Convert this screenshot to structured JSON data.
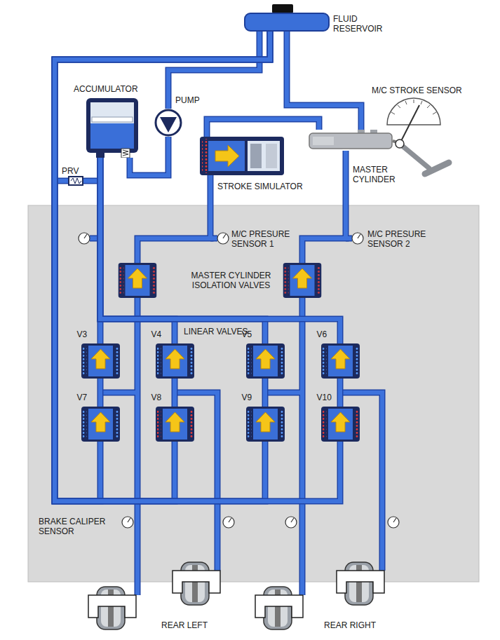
{
  "diagram": {
    "nodes": [
      {
        "text": [
          "FLUID RESERVOIR"
        ]
      },
      {
        "text": [
          "ACCUMULATOR"
        ]
      },
      {
        "text": [
          "PUMP"
        ]
      },
      {
        "text": [
          "STROKE SIMULATOR"
        ]
      },
      {
        "text": [
          "MASTER CYLINDER"
        ]
      },
      {
        "text": [
          "V3"
        ]
      },
      {
        "text": [
          "V4"
        ]
      },
      {
        "text": [
          "V5"
        ]
      },
      {
        "text": [
          "V6"
        ]
      },
      {
        "text": [
          "V7"
        ]
      },
      {
        "text": [
          "V8"
        ]
      },
      {
        "text": [
          "V9"
        ]
      },
      {
        "text": [
          "V10"
        ]
      }
    ],
    "edges": [
      {
        "from": 0,
        "to": 2,
        "arrow": "none"
      },
      {
        "from": 2,
        "to": 1,
        "arrow": "none"
      },
      {
        "from": 0,
        "to": 4,
        "arrow": "none"
      },
      {
        "from": 4,
        "to": 3,
        "arrow": "none"
      },
      {
        "from": 1,
        "to": 5,
        "arrow": "none"
      },
      {
        "from": 1,
        "to": 6,
        "arrow": "none"
      },
      {
        "from": 1,
        "to": 7,
        "arrow": "none"
      },
      {
        "from": 1,
        "to": 8,
        "arrow": "none"
      },
      {
        "from": 5,
        "to": 9,
        "arrow": "none"
      },
      {
        "from": 6,
        "to": 10,
        "arrow": "none"
      },
      {
        "from": 7,
        "to": 11,
        "arrow": "none"
      },
      {
        "from": 8,
        "to": 12,
        "arrow": "none"
      },
      {
        "from": 9,
        "to": 0,
        "arrow": "none"
      },
      {
        "from": 10,
        "to": 0,
        "arrow": "none"
      },
      {
        "from": 11,
        "to": 0,
        "arrow": "none"
      },
      {
        "from": 12,
        "to": 0,
        "arrow": "none"
      }
    ],
    "labels": [
      "M/C STROKE SENSOR",
      "PRV",
      "M/C PRESURE SENSOR 1",
      "M/C PRESURE SENSOR 2",
      "MASTER CYLINDER ISOLATION VALVES",
      "LINEAR VALVES",
      "BRAKE CALIPER SENSOR",
      "REAR LEFT",
      "REAR RIGHT"
    ]
  }
}
